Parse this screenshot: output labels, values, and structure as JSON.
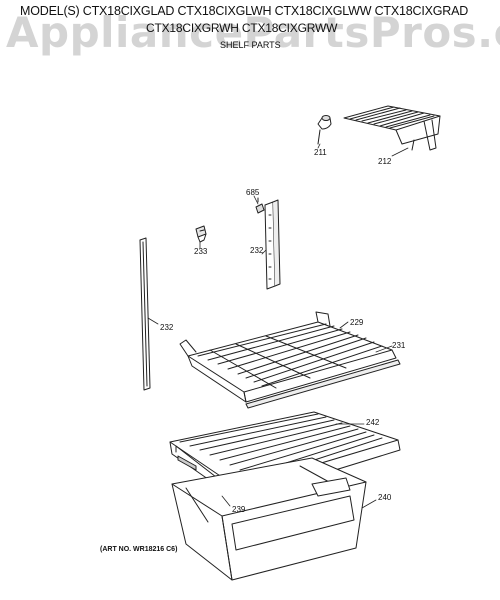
{
  "header": {
    "models_line1": "MODEL(S) CTX18CIXGLAD CTX18CIXGLWH CTX18CIXGLWW CTX18CIXGRAD",
    "models_line2": "CTX18CIXGRWH CTX18CIXGRWW",
    "section_title": "SHELF PARTS"
  },
  "watermark": "AppliancePartsPros.com",
  "art_number": "(ART NO. WR18216 C6)",
  "callouts": {
    "p211": "211",
    "p212": "212",
    "p685": "685",
    "p233": "233",
    "p232_right": "232",
    "p232_left": "232",
    "p229": "229",
    "p231": "231",
    "p242": "242",
    "p239": "239",
    "p240": "240"
  }
}
